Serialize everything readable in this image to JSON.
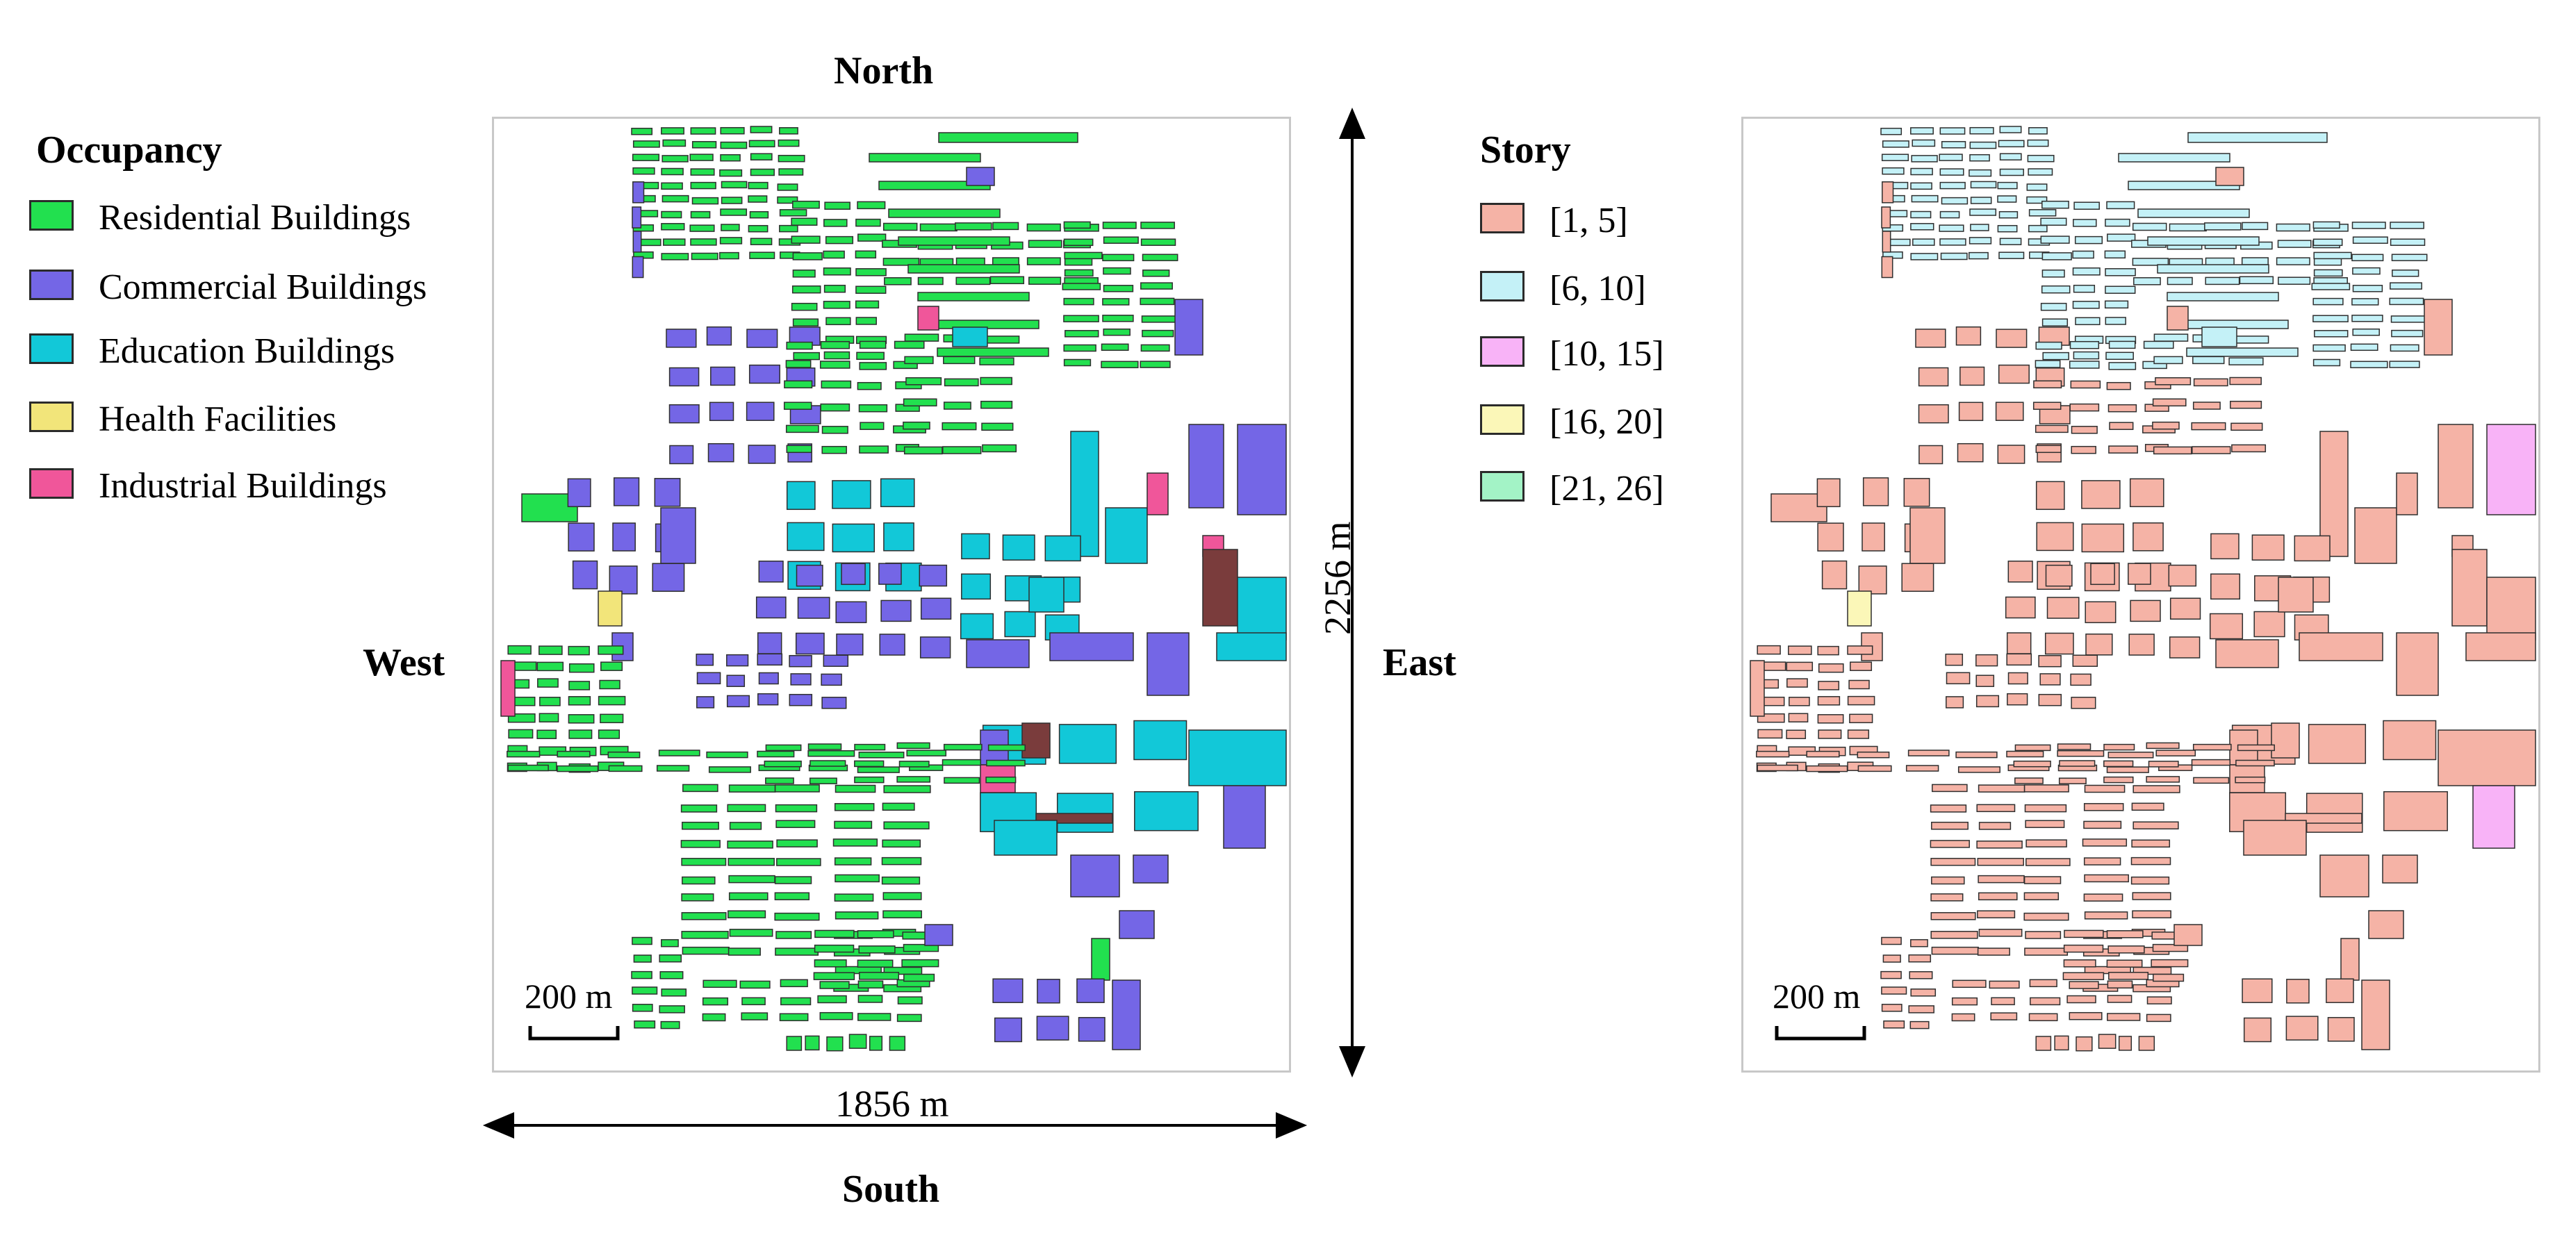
{
  "directions": {
    "north": "North",
    "south": "South",
    "west": "West",
    "east": "East"
  },
  "dimensions": {
    "width": "1856 m",
    "height": "2256 m"
  },
  "scale_bars": {
    "left": "200 m",
    "right": "200 m"
  },
  "occupancy_legend": {
    "title": "Occupancy",
    "items": [
      {
        "label": "Residential Buildings",
        "color": "#22e04f"
      },
      {
        "label": "Commercial Buildings",
        "color": "#7466e6"
      },
      {
        "label": "Education Buildings",
        "color": "#12c8d8"
      },
      {
        "label": "Health Facilities",
        "color": "#f2e57a"
      },
      {
        "label": "Industrial Buildings",
        "color": "#f0569a"
      }
    ]
  },
  "story_legend": {
    "title": "Story",
    "items": [
      {
        "label": "[1, 5]",
        "color": "#f5b3a6"
      },
      {
        "label": "[6, 10]",
        "color": "#c4f1f7"
      },
      {
        "label": "[10, 15]",
        "color": "#f8b3f7"
      },
      {
        "label": "[16, 20]",
        "color": "#fbf7b8"
      },
      {
        "label": "[21, 26]",
        "color": "#a3f3c6"
      }
    ]
  },
  "colors": {
    "residential": "#22e04f",
    "commercial": "#7466e6",
    "education": "#12c8d8",
    "health": "#f2e57a",
    "industrial": "#f0569a",
    "brown": "#7a3c3c",
    "story_1_5": "#f5b3a6",
    "story_6_10": "#c4f1f7",
    "story_10_15": "#f8b3f7",
    "story_16_20": "#fbf7b8",
    "story_21_26": "#a3f3c6"
  }
}
